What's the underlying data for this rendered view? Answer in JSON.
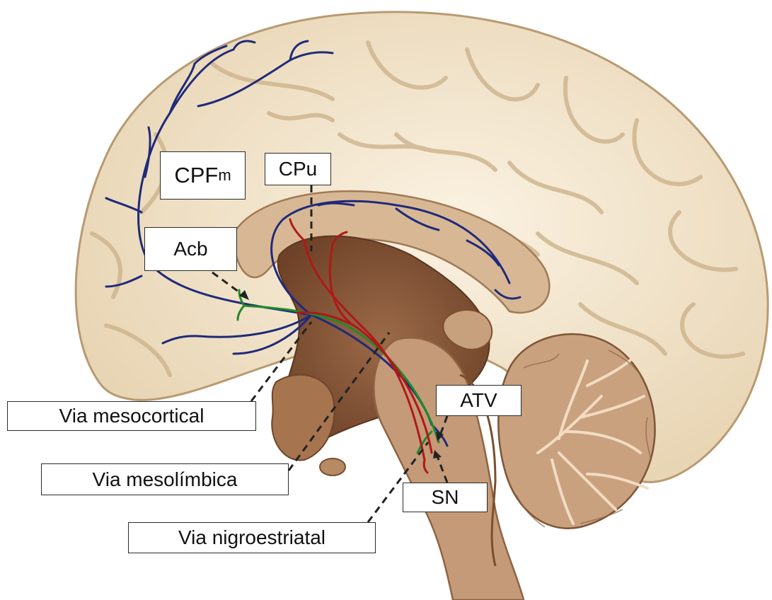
{
  "labels": {
    "cpfm_main": "CPF",
    "cpfm_sub": "m",
    "cpu": "CPu",
    "acb": "Acb",
    "atv": "ATV",
    "sn": "SN",
    "via_mesocortical": "Via mesocortical",
    "via_mesolimbica": "Via mesolímbica",
    "via_nigroestriatal": "Via nigroestriatal"
  },
  "colors": {
    "mesocortical_pathway": "#1f2a7a",
    "mesolimbic_pathway": "#1e8a2a",
    "nigrostriatal_pathway": "#b01818",
    "cortex": "#f3e6cf",
    "cortex_sulcus": "#d8c3a0",
    "brainstem": "#c49a78",
    "deep_tissue": "#8a5a3a",
    "cerebellum": "#b98a66"
  }
}
